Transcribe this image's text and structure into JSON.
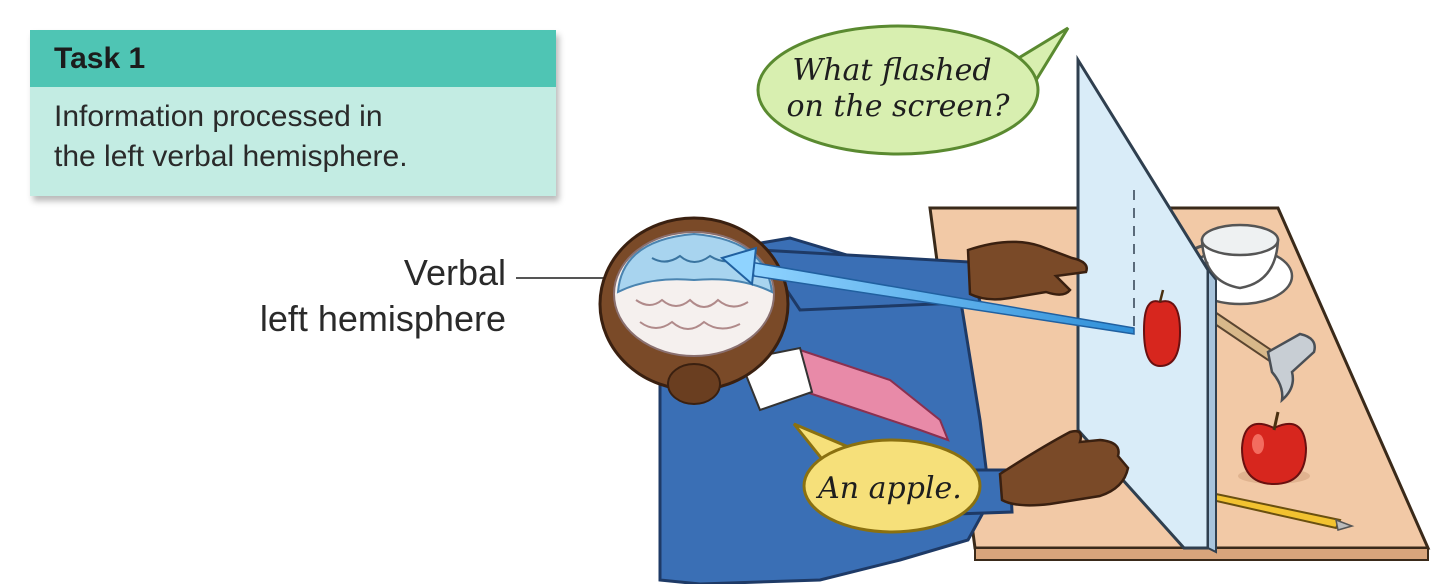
{
  "task": {
    "title": "Task 1",
    "body_lines": [
      "Information processed in",
      "the left verbal hemisphere."
    ]
  },
  "hemisphere_label": {
    "line1": "Verbal",
    "line2": "left hemisphere"
  },
  "speech_question": {
    "line1": "What flashed",
    "line2": "on the screen?"
  },
  "speech_answer": "An apple.",
  "colors": {
    "task_header": "#4fc5b4",
    "task_body": "#c3ece3",
    "suit": "#3a6fb5",
    "table": "#f2c9a6",
    "screen": "#d9ecf8",
    "question_bubble": "#d8efb0",
    "answer_bubble": "#f6e07a",
    "apple": "#d7261e"
  }
}
